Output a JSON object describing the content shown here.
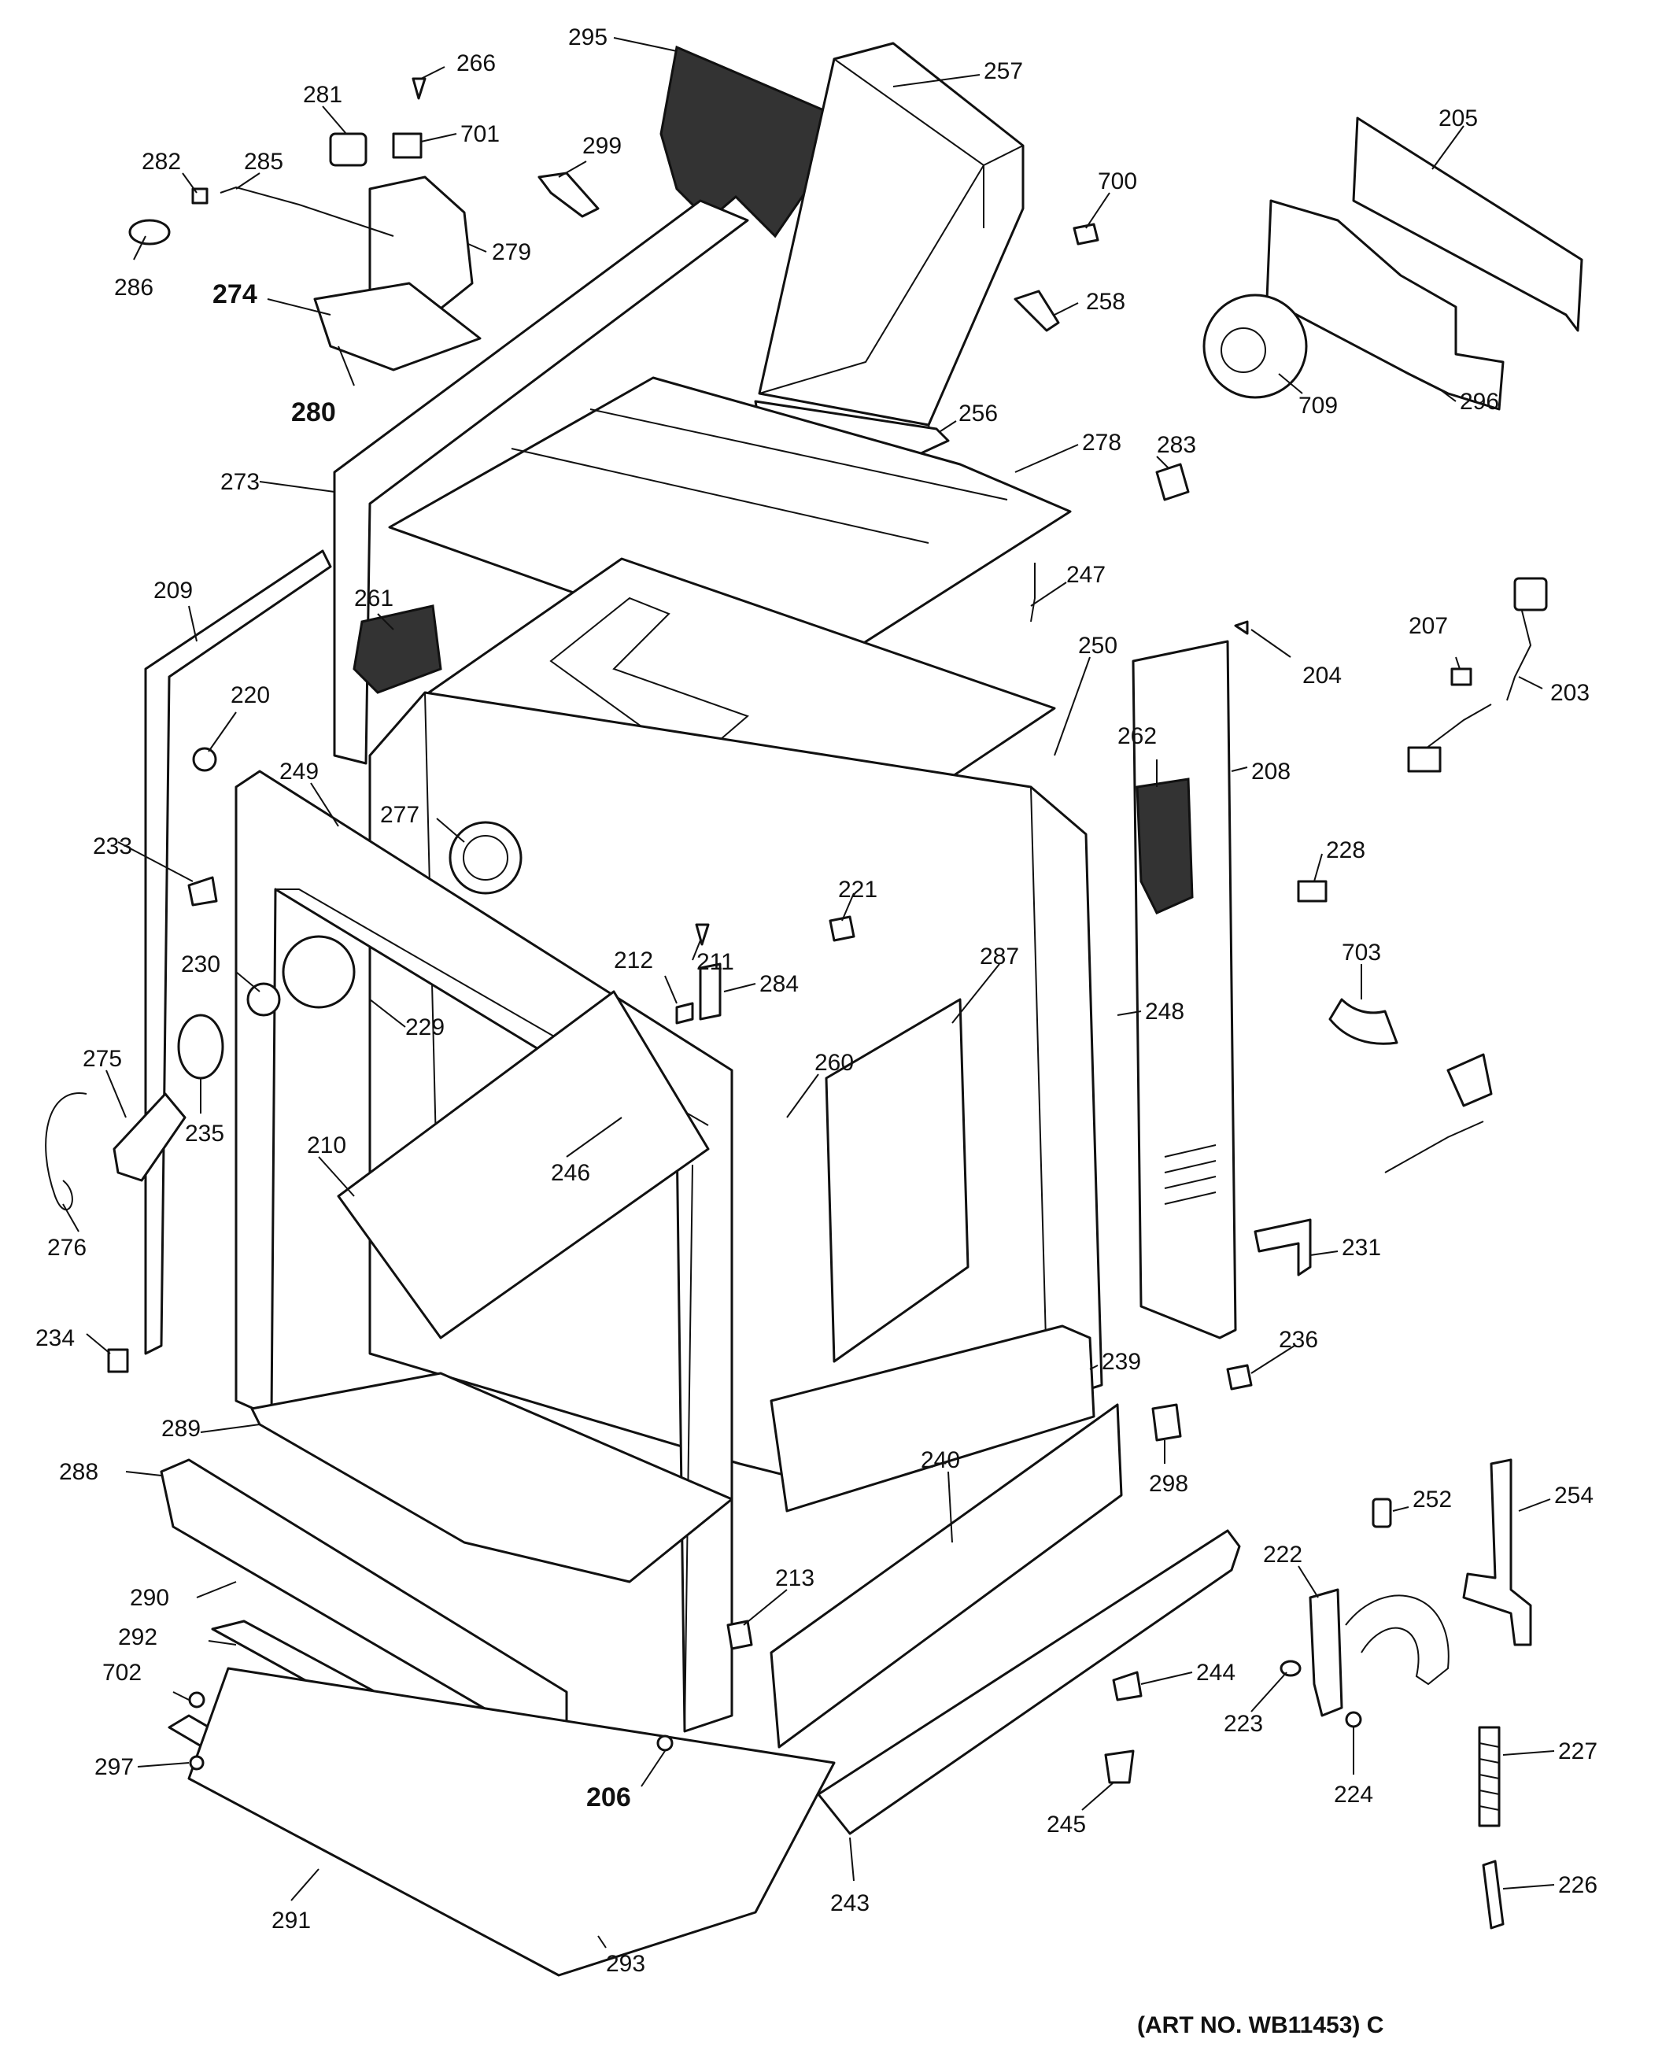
{
  "diagram": {
    "callouts": [
      {
        "id": "c295",
        "text": "295",
        "bold": false
      },
      {
        "id": "c266",
        "text": "266",
        "bold": false
      },
      {
        "id": "c257",
        "text": "257",
        "bold": false
      },
      {
        "id": "c281",
        "text": "281",
        "bold": false
      },
      {
        "id": "c701",
        "text": "701",
        "bold": false
      },
      {
        "id": "c299",
        "text": "299",
        "bold": false
      },
      {
        "id": "c205",
        "text": "205",
        "bold": false
      },
      {
        "id": "c282",
        "text": "282",
        "bold": false
      },
      {
        "id": "c285",
        "text": "285",
        "bold": false
      },
      {
        "id": "c700",
        "text": "700",
        "bold": false
      },
      {
        "id": "c279",
        "text": "279",
        "bold": false
      },
      {
        "id": "c286",
        "text": "286",
        "bold": false
      },
      {
        "id": "c274",
        "text": "274",
        "bold": true
      },
      {
        "id": "c258",
        "text": "258",
        "bold": false
      },
      {
        "id": "c280",
        "text": "280",
        "bold": true
      },
      {
        "id": "c709",
        "text": "709",
        "bold": false
      },
      {
        "id": "c296",
        "text": "296",
        "bold": false
      },
      {
        "id": "c256",
        "text": "256",
        "bold": false
      },
      {
        "id": "c278",
        "text": "278",
        "bold": false
      },
      {
        "id": "c283",
        "text": "283",
        "bold": false
      },
      {
        "id": "c273",
        "text": "273",
        "bold": false
      },
      {
        "id": "c209",
        "text": "209",
        "bold": false
      },
      {
        "id": "c247",
        "text": "247",
        "bold": false
      },
      {
        "id": "c261",
        "text": "261",
        "bold": false
      },
      {
        "id": "c250",
        "text": "250",
        "bold": false
      },
      {
        "id": "c204",
        "text": "204",
        "bold": false
      },
      {
        "id": "c207",
        "text": "207",
        "bold": false
      },
      {
        "id": "c203",
        "text": "203",
        "bold": false
      },
      {
        "id": "c220",
        "text": "220",
        "bold": false
      },
      {
        "id": "c249",
        "text": "249",
        "bold": false
      },
      {
        "id": "c262",
        "text": "262",
        "bold": false
      },
      {
        "id": "c208",
        "text": "208",
        "bold": false
      },
      {
        "id": "c277",
        "text": "277",
        "bold": false
      },
      {
        "id": "c233",
        "text": "233",
        "bold": false
      },
      {
        "id": "c228",
        "text": "228",
        "bold": false
      },
      {
        "id": "c221",
        "text": "221",
        "bold": false
      },
      {
        "id": "c211",
        "text": "211",
        "bold": false
      },
      {
        "id": "c212",
        "text": "212",
        "bold": false
      },
      {
        "id": "c284",
        "text": "284",
        "bold": false
      },
      {
        "id": "c287",
        "text": "287",
        "bold": false
      },
      {
        "id": "c703",
        "text": "703",
        "bold": false
      },
      {
        "id": "c230",
        "text": "230",
        "bold": false
      },
      {
        "id": "c248",
        "text": "248",
        "bold": false
      },
      {
        "id": "c229",
        "text": "229",
        "bold": false
      },
      {
        "id": "c275",
        "text": "275",
        "bold": false
      },
      {
        "id": "c260",
        "text": "260",
        "bold": false
      },
      {
        "id": "c210",
        "text": "210",
        "bold": false
      },
      {
        "id": "c235",
        "text": "235",
        "bold": false
      },
      {
        "id": "c246",
        "text": "246",
        "bold": false
      },
      {
        "id": "c231",
        "text": "231",
        "bold": false
      },
      {
        "id": "c276",
        "text": "276",
        "bold": false
      },
      {
        "id": "c234",
        "text": "234",
        "bold": false
      },
      {
        "id": "c236",
        "text": "236",
        "bold": false
      },
      {
        "id": "c239",
        "text": "239",
        "bold": false
      },
      {
        "id": "c289",
        "text": "289",
        "bold": false
      },
      {
        "id": "c298",
        "text": "298",
        "bold": false
      },
      {
        "id": "c288",
        "text": "288",
        "bold": false
      },
      {
        "id": "c240",
        "text": "240",
        "bold": false
      },
      {
        "id": "c252",
        "text": "252",
        "bold": false
      },
      {
        "id": "c254",
        "text": "254",
        "bold": false
      },
      {
        "id": "c222",
        "text": "222",
        "bold": false
      },
      {
        "id": "c290",
        "text": "290",
        "bold": false
      },
      {
        "id": "c213",
        "text": "213",
        "bold": false
      },
      {
        "id": "c292",
        "text": "292",
        "bold": false
      },
      {
        "id": "c244",
        "text": "244",
        "bold": false
      },
      {
        "id": "c702",
        "text": "702",
        "bold": false
      },
      {
        "id": "c223",
        "text": "223",
        "bold": false
      },
      {
        "id": "c227",
        "text": "227",
        "bold": false
      },
      {
        "id": "c206",
        "text": "206",
        "bold": true
      },
      {
        "id": "c297",
        "text": "297",
        "bold": false
      },
      {
        "id": "c245",
        "text": "245",
        "bold": false
      },
      {
        "id": "c224",
        "text": "224",
        "bold": false
      },
      {
        "id": "c226",
        "text": "226",
        "bold": false
      },
      {
        "id": "c291",
        "text": "291",
        "bold": false
      },
      {
        "id": "c243",
        "text": "243",
        "bold": false
      },
      {
        "id": "c293",
        "text": "293",
        "bold": false
      }
    ],
    "art_number": "(ART NO. WB11453) C"
  }
}
